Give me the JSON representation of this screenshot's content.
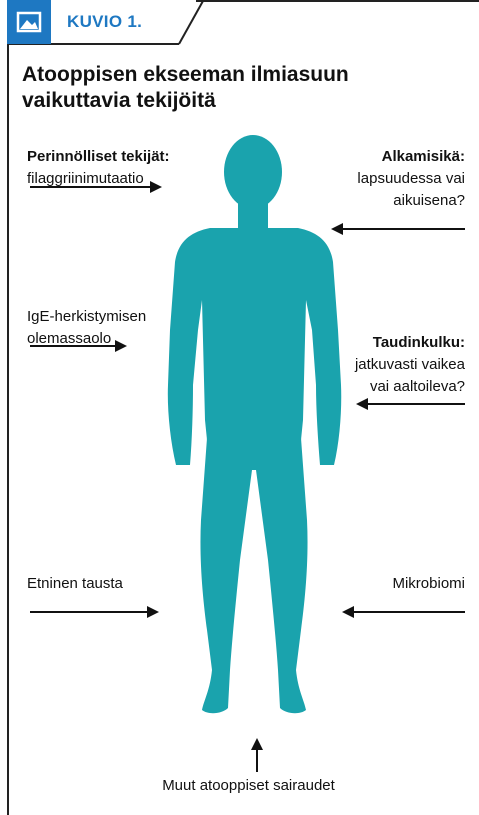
{
  "header": {
    "label": "KUVIO 1.",
    "icon": "image-icon",
    "accent": "#1e78c2"
  },
  "title": "Atooppisen ekseeman ilmiasuun vaikuttavia tekijöitä",
  "figure_color": "#1aa3ad",
  "factors": {
    "genetic": {
      "heading": "Perinnölliset tekijät:",
      "detail": "filaggriinimutaatio"
    },
    "onset": {
      "heading": "Alkamisikä:",
      "detail_line1": "lapsuudessa vai",
      "detail_line2": "aikuisena?"
    },
    "ige": {
      "detail_line1": "IgE-herkistymisen",
      "detail_line2": "olemassaolo"
    },
    "course": {
      "heading": "Taudinkulku:",
      "detail_line1": "jatkuvasti vaikea",
      "detail_line2": "vai aaltoileva?"
    },
    "ethnic": {
      "detail": "Etninen tausta"
    },
    "microbiome": {
      "detail": "Mikrobiomi"
    },
    "other": {
      "detail": "Muut atooppiset sairaudet"
    }
  }
}
